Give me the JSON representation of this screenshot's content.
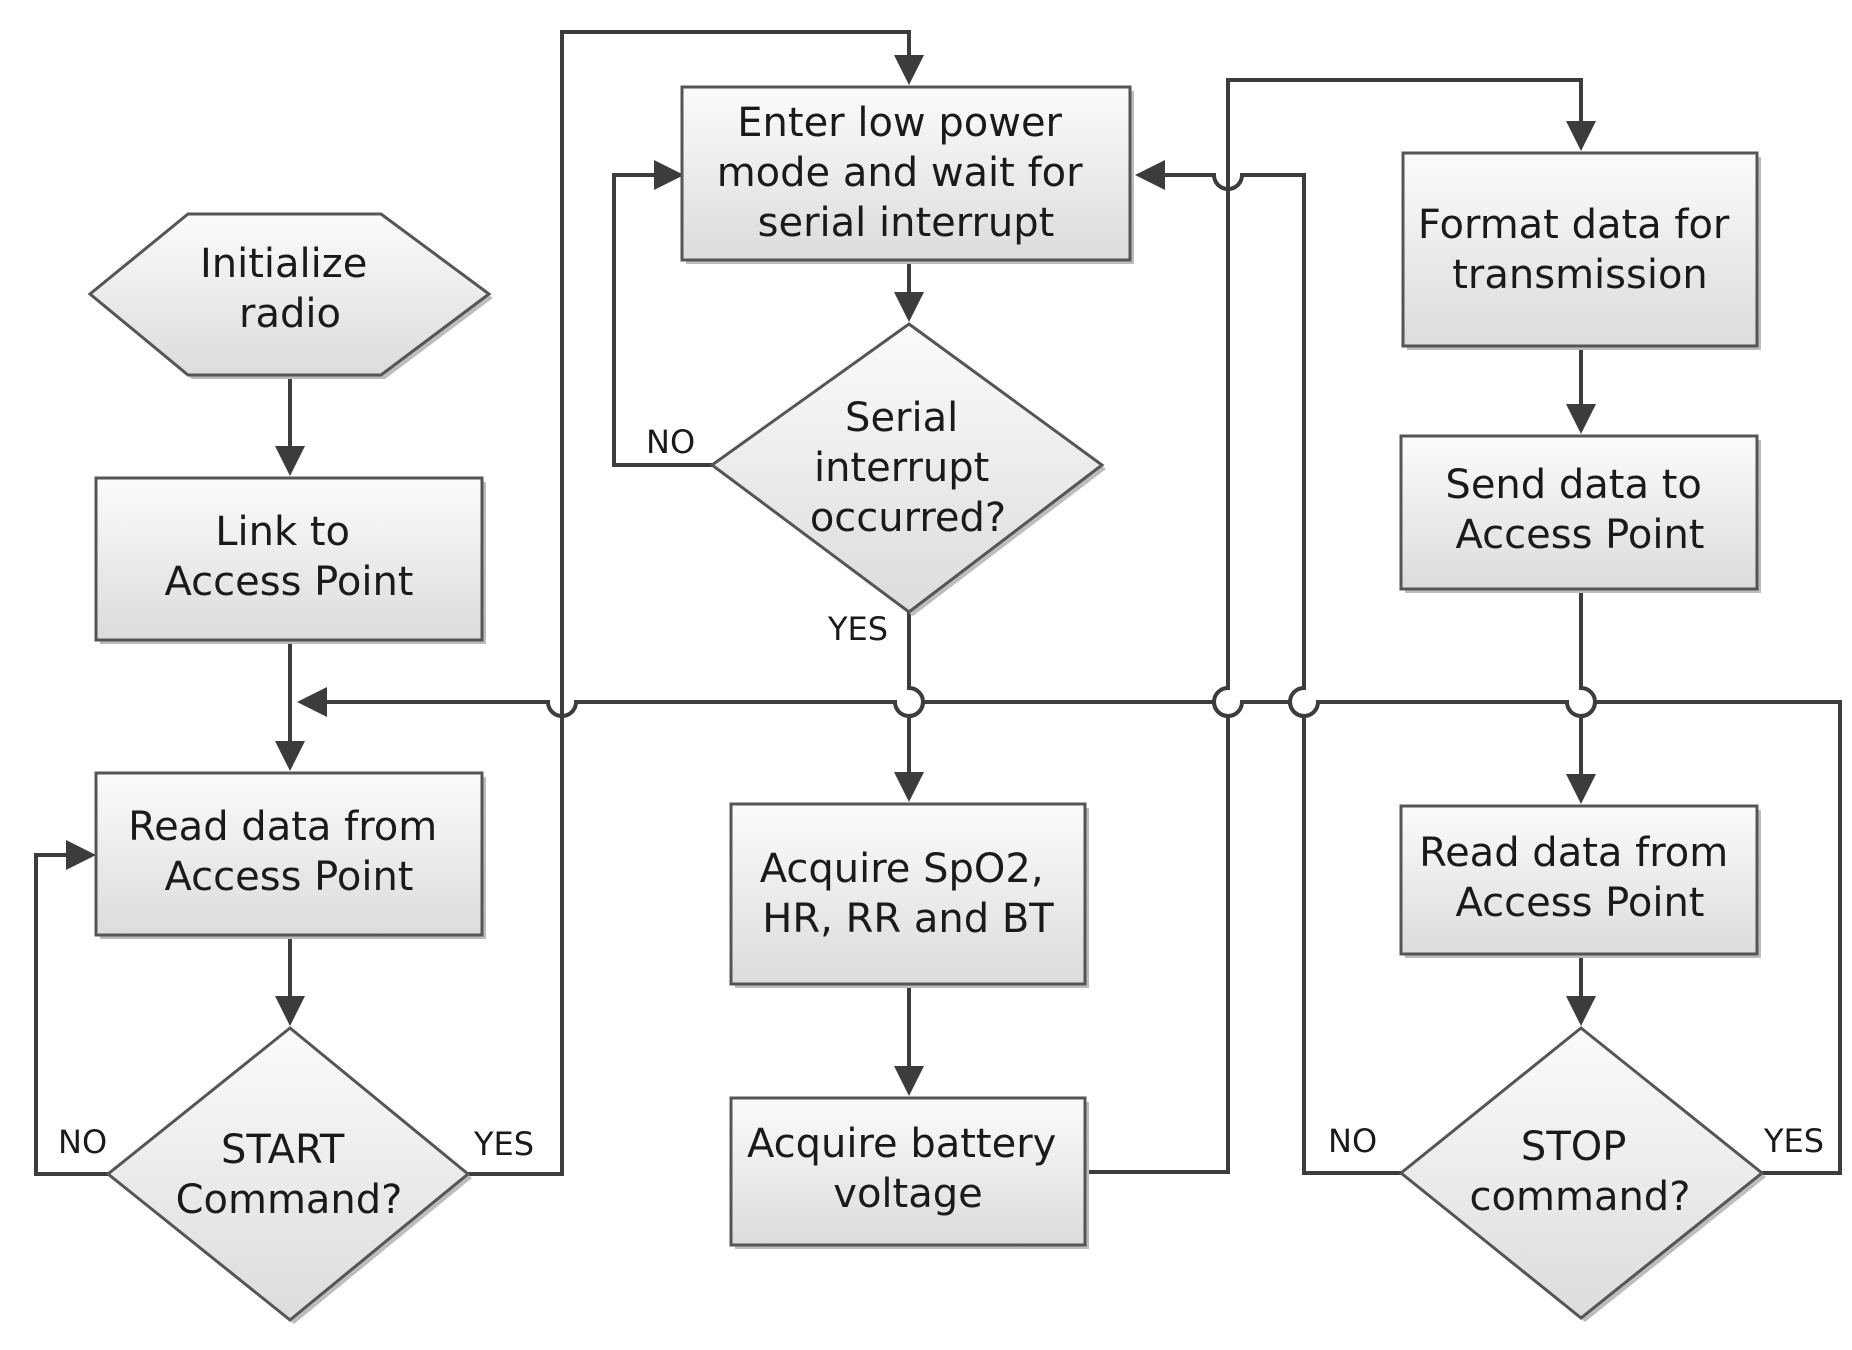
{
  "nodes": {
    "initialize_radio": {
      "shape": "hexagon",
      "lines": [
        "Initialize",
        "radio"
      ]
    },
    "link_ap": {
      "shape": "process",
      "lines": [
        "Link to",
        "Access Point"
      ]
    },
    "read_ap_1": {
      "shape": "process",
      "lines": [
        "Read data from",
        "Access Point"
      ]
    },
    "start_command": {
      "shape": "decision",
      "lines": [
        "START",
        "Command?"
      ]
    },
    "low_power": {
      "shape": "process",
      "lines": [
        "Enter low power",
        "mode and wait for",
        "serial interrupt"
      ]
    },
    "serial_interrupt": {
      "shape": "decision",
      "lines": [
        "Serial",
        "interrupt",
        "occurred?"
      ]
    },
    "acquire_vitals": {
      "shape": "process",
      "lines": [
        "Acquire SpO2,",
        "HR, RR and BT"
      ]
    },
    "acquire_battery": {
      "shape": "process",
      "lines": [
        "Acquire battery",
        "voltage"
      ]
    },
    "format_data": {
      "shape": "process",
      "lines": [
        "Format data for",
        "transmission"
      ]
    },
    "send_data": {
      "shape": "process",
      "lines": [
        "Send data to",
        "Access Point"
      ]
    },
    "read_ap_2": {
      "shape": "process",
      "lines": [
        "Read data from",
        "Access Point"
      ]
    },
    "stop_command": {
      "shape": "decision",
      "lines": [
        "STOP",
        "command?"
      ]
    }
  },
  "edge_labels": {
    "start_no": "NO",
    "start_yes": "YES",
    "serial_no": "NO",
    "serial_yes": "YES",
    "stop_no": "NO",
    "stop_yes": "YES"
  },
  "colors": {
    "line": "#3c3c3c",
    "node_fill_top": "#fbfbfb",
    "node_fill_bottom": "#dcdcdc",
    "node_stroke": "#555555",
    "shadow": "#bdbdbd"
  }
}
